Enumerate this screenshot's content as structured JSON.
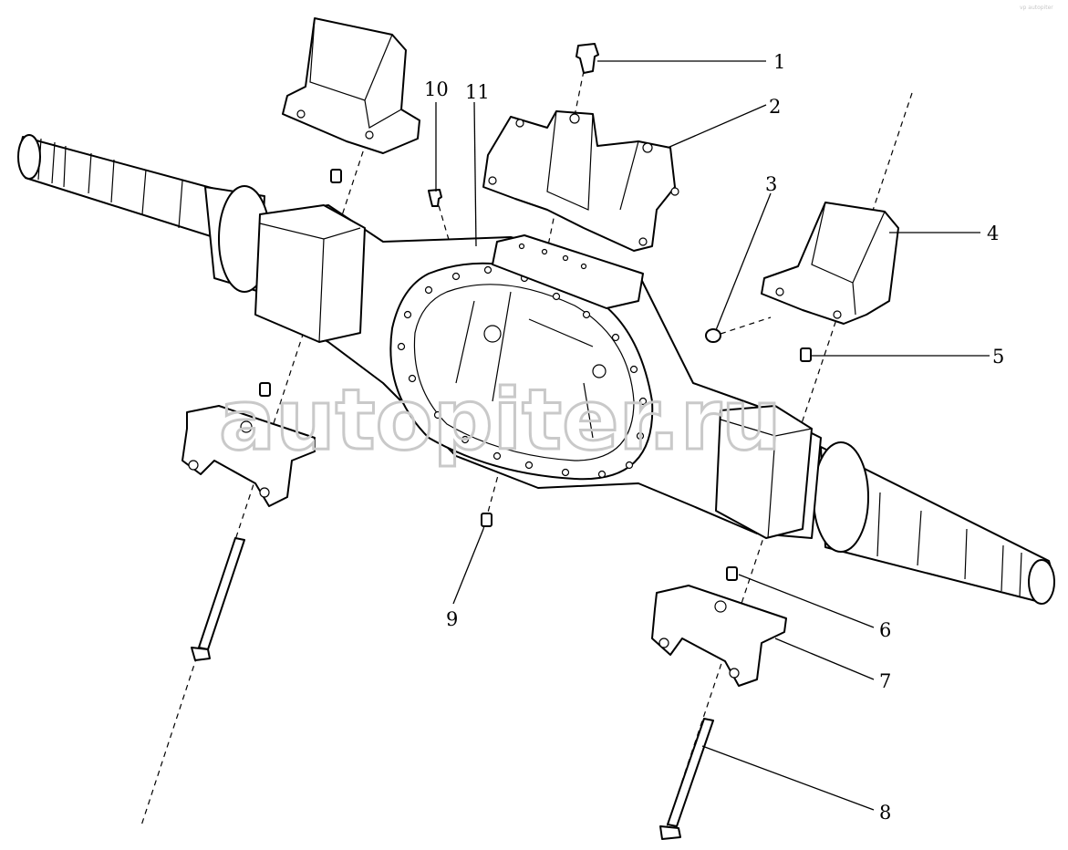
{
  "watermark": "autopiter.ru",
  "corner_mark": "vp autopiter",
  "callouts": [
    {
      "id": "1",
      "text": "1"
    },
    {
      "id": "2",
      "text": "2"
    },
    {
      "id": "3",
      "text": "3"
    },
    {
      "id": "4",
      "text": "4"
    },
    {
      "id": "5",
      "text": "5"
    },
    {
      "id": "6",
      "text": "6"
    },
    {
      "id": "7",
      "text": "7"
    },
    {
      "id": "8",
      "text": "8"
    },
    {
      "id": "9",
      "text": "9"
    },
    {
      "id": "10",
      "text": "10"
    },
    {
      "id": "11",
      "text": "11"
    }
  ]
}
